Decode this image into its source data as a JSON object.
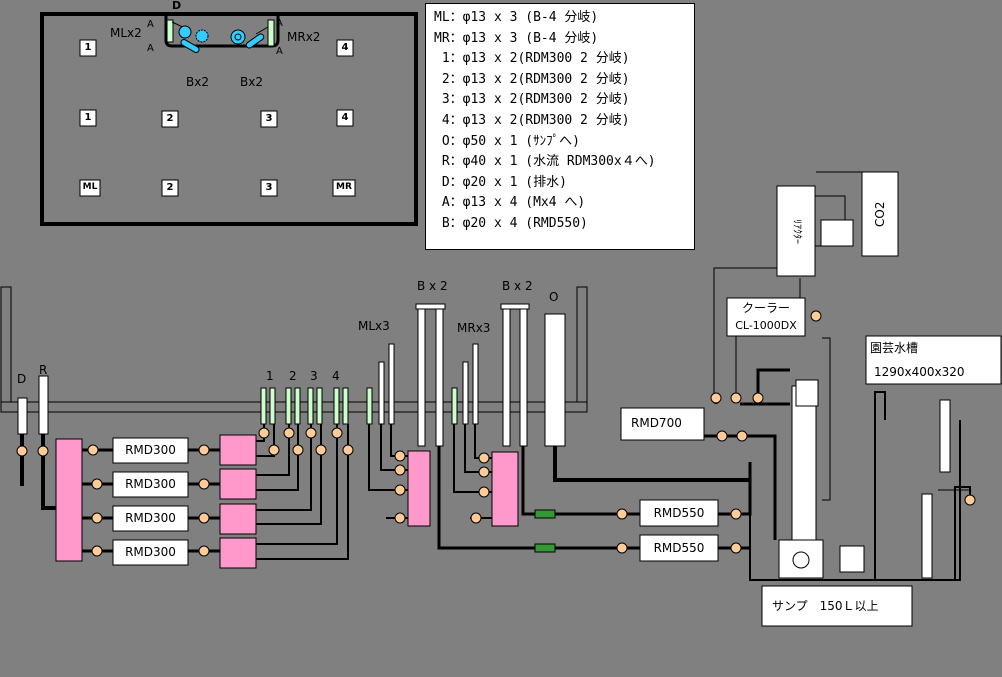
{
  "legend": [
    "ML：φ13 x 3 (B-4 分岐)",
    "MR：φ13 x 3 (B-4 分岐)",
    " 1：φ13 x 2(RDM300 2 分岐)",
    " 2：φ13 x 2(RDM300 2 分岐)",
    " 3：φ13 x 2(RDM300 2 分岐)",
    " 4：φ13 x 2(RDM300 2 分岐)",
    " O：φ50 x 1 (ｻﾝﾌﾟへ)",
    " R：φ40 x 1 (水流 RDM300x４へ)",
    " D：φ20 x 1 (排水)",
    " A：φ13 x 4 (Mx4 へ)",
    " B：φ20 x 4 (RMD550)"
  ],
  "tank_top": {
    "drain_label": "D",
    "ml_label": "MLx2",
    "mr_label": "MRx2",
    "a_label": "A",
    "bx2_label": "Bx2",
    "outlets": [
      "1",
      "4",
      "1",
      "2",
      "3",
      "4",
      "ML",
      "2",
      "3",
      "MR"
    ]
  },
  "pumps": {
    "rmd300": "RMD300",
    "rmd700": "RMD700",
    "rmd550": "RMD550"
  },
  "pipe_labels": {
    "d": "D",
    "r": "R",
    "n1": "1",
    "n2": "2",
    "n3": "3",
    "n4": "4",
    "mlx3": "MLx3",
    "mrx3": "MRx3",
    "bx2": "B x 2",
    "o": "O"
  },
  "cooler": {
    "name": "クーラー",
    "model": "CL-1000DX"
  },
  "reactor": "ﾘｱｸﾀｰ",
  "co2": "CO2",
  "garden_tank": {
    "name": "園芸水槽",
    "size": "1290x400x320"
  },
  "sump": "サンプ　150Ｌ以上"
}
